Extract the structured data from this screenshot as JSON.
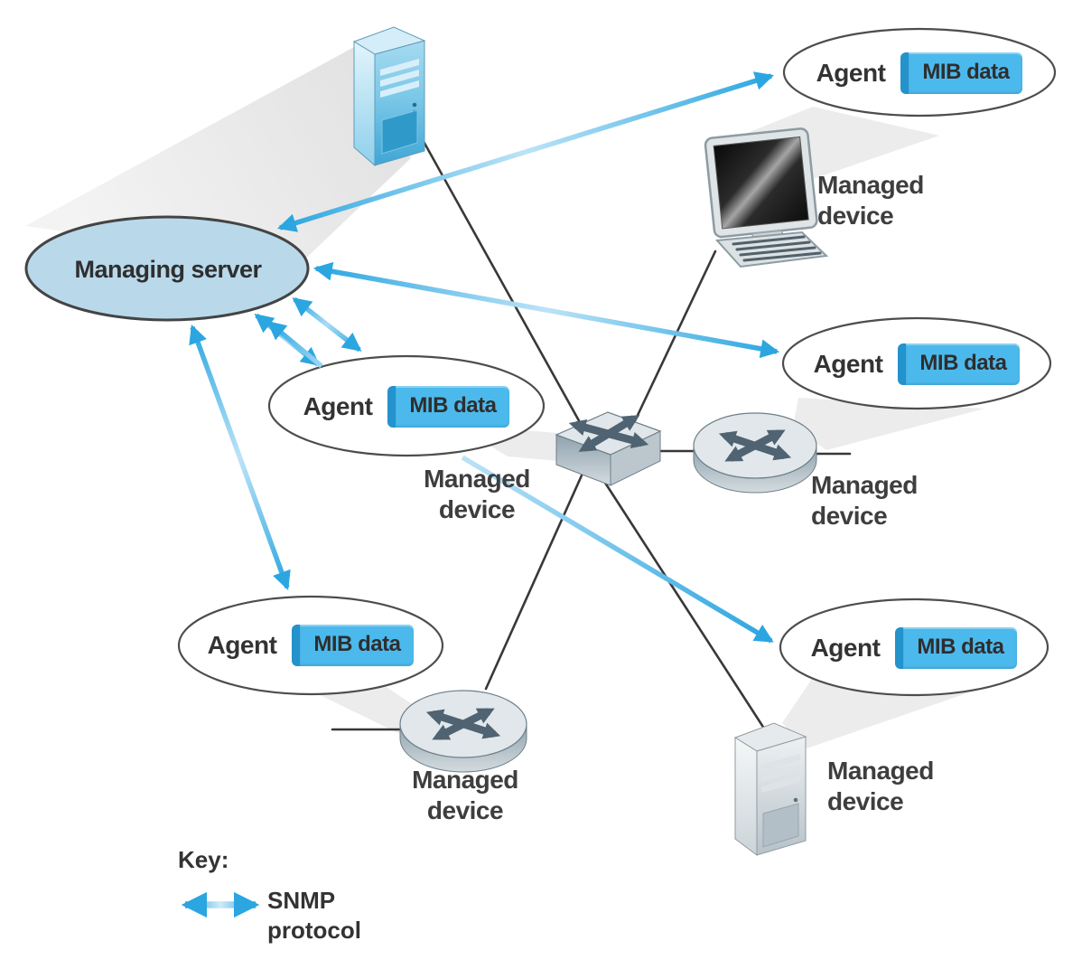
{
  "managing_server": {
    "label": "Managing server"
  },
  "agents": [
    {
      "id": "top-right",
      "label": "Agent",
      "mib": "MIB data"
    },
    {
      "id": "middle-right",
      "label": "Agent",
      "mib": "MIB data"
    },
    {
      "id": "middle",
      "label": "Agent",
      "mib": "MIB data"
    },
    {
      "id": "lower-left",
      "label": "Agent",
      "mib": "MIB data"
    },
    {
      "id": "lower-right",
      "label": "Agent",
      "mib": "MIB data"
    }
  ],
  "managed_devices": [
    {
      "id": "workstation-top-right",
      "line1": "Managed",
      "line2": "device"
    },
    {
      "id": "switch-center",
      "line1": "Managed",
      "line2": "device"
    },
    {
      "id": "router-middle-right",
      "line1": "Managed",
      "line2": "device"
    },
    {
      "id": "router-lower-left",
      "line1": "Managed",
      "line2": "device"
    },
    {
      "id": "server-lower-right",
      "line1": "Managed",
      "line2": "device"
    }
  ],
  "key": {
    "title": "Key:",
    "legend_line1": "SNMP",
    "legend_line2": "protocol"
  },
  "icons": {
    "managing_host": "server-tower-icon",
    "workstation": "desktop-computer-icon",
    "switch": "network-switch-icon",
    "router": "router-icon",
    "managed_server": "server-tower-icon",
    "legend_arrow": "double-arrow-icon"
  },
  "colors": {
    "snmp_arrow": "#2BA6E0",
    "arrow_fade": "#BCE3F7",
    "mib_box": "#4CB9EC",
    "mib_box_bevel": "#2492CB",
    "managing_server_fill": "#B9D9EB",
    "agent_ellipse_fill": "#FFFFFF",
    "ellipse_stroke": "#4A4A4A",
    "label_text": "#3E3E3E",
    "association_beam": "#ECECEC",
    "physical_link": "#383838",
    "device_blue": "#4FB0DD",
    "device_gray": "#C2CCD2"
  }
}
